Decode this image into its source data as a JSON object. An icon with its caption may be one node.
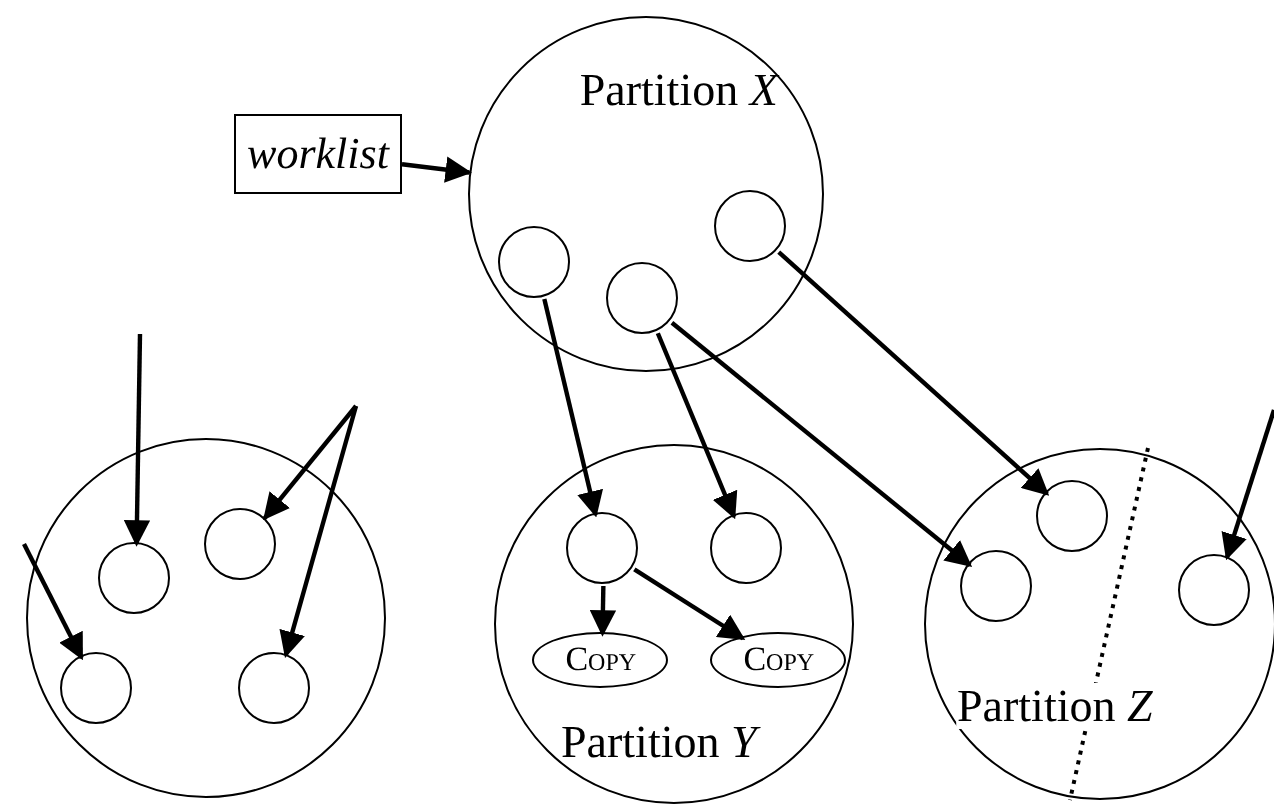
{
  "diagram": {
    "nodes": [
      {
        "text": [
          "worklist"
        ]
      },
      {
        "text": [
          "Partition *X*"
        ]
      },
      {
        "text": [],
        "shape": "circle",
        "in": 1
      },
      {
        "text": [],
        "shape": "circle",
        "in": 1
      },
      {
        "text": [],
        "shape": "circle",
        "in": 1
      },
      {
        "text": [],
        "shape": "circle"
      },
      {
        "text": [],
        "shape": "circle",
        "in": 5
      },
      {
        "text": [],
        "shape": "circle",
        "in": 5
      },
      {
        "text": [],
        "shape": "circle",
        "in": 5
      },
      {
        "text": [],
        "shape": "circle",
        "in": 5
      },
      {
        "text": [
          "Partition *Y*"
        ]
      },
      {
        "text": [],
        "shape": "circle",
        "in": 10
      },
      {
        "text": [],
        "shape": "circle",
        "in": 10
      },
      {
        "text": [
          "Copy"
        ],
        "in": 10
      },
      {
        "text": [
          "Copy"
        ],
        "in": 10
      },
      {
        "text": [
          "Partition *Z*"
        ]
      },
      {
        "text": [],
        "shape": "circle",
        "in": 15
      },
      {
        "text": [],
        "shape": "circle",
        "in": 15
      },
      {
        "text": [],
        "shape": "circle",
        "in": 15
      }
    ],
    "edges": [
      {
        "from": 0,
        "to": 1,
        "arrow": "to"
      },
      {
        "from": 2,
        "to": 11,
        "arrow": "to"
      },
      {
        "from": 3,
        "to": 12,
        "arrow": "to"
      },
      {
        "from": 3,
        "to": 16,
        "arrow": "to"
      },
      {
        "from": 4,
        "to": 17,
        "arrow": "to"
      },
      {
        "from": null,
        "to": 18,
        "arrow": "to"
      },
      {
        "from": 11,
        "to": 13,
        "arrow": "to"
      },
      {
        "from": 11,
        "to": 14,
        "arrow": "to"
      },
      {
        "from": null,
        "to": 6,
        "arrow": "to"
      },
      {
        "from": null,
        "to": 7,
        "arrow": "to"
      },
      {
        "from": null,
        "to": 9,
        "arrow": "to"
      },
      {
        "from": null,
        "to": 8,
        "arrow": "to"
      }
    ]
  }
}
